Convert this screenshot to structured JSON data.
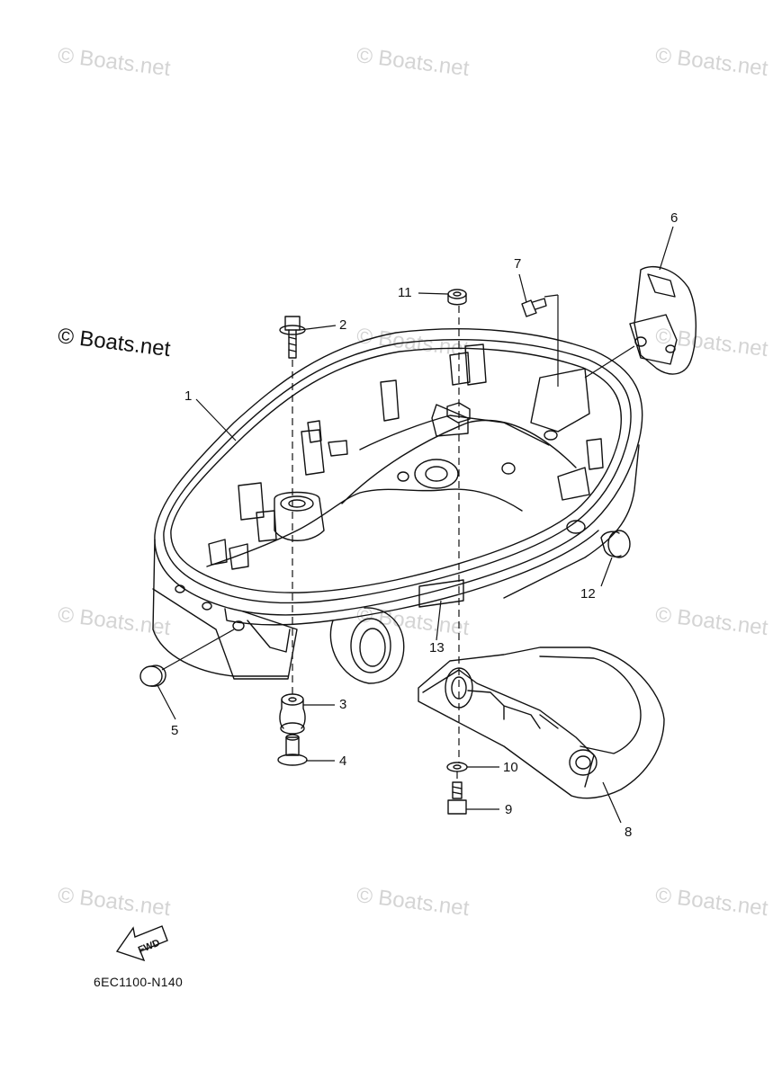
{
  "watermark_text": "© Boats.net",
  "logo_text": "© Boats.net",
  "callouts": [
    "1",
    "2",
    "3",
    "4",
    "5",
    "6",
    "7",
    "8",
    "9",
    "10",
    "11",
    "12",
    "13"
  ],
  "fwd_label": "FWD",
  "part_code": "6EC1100-N140"
}
